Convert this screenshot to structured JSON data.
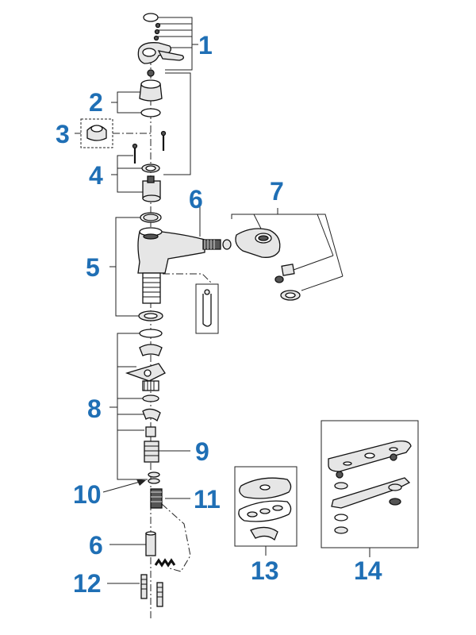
{
  "diagram": {
    "callouts": [
      {
        "id": "1",
        "label": "1"
      },
      {
        "id": "2",
        "label": "2"
      },
      {
        "id": "3",
        "label": "3"
      },
      {
        "id": "4",
        "label": "4"
      },
      {
        "id": "5",
        "label": "5"
      },
      {
        "id": "6a",
        "label": "6"
      },
      {
        "id": "7",
        "label": "7"
      },
      {
        "id": "8",
        "label": "8"
      },
      {
        "id": "9",
        "label": "9"
      },
      {
        "id": "10",
        "label": "10"
      },
      {
        "id": "11",
        "label": "11"
      },
      {
        "id": "6b",
        "label": "6"
      },
      {
        "id": "12",
        "label": "12"
      },
      {
        "id": "13",
        "label": "13"
      },
      {
        "id": "14",
        "label": "14"
      }
    ],
    "colors": {
      "callout": "#1f6fb5",
      "line": "#222222",
      "part": "#e6e6e6",
      "dark": "#555555"
    }
  }
}
